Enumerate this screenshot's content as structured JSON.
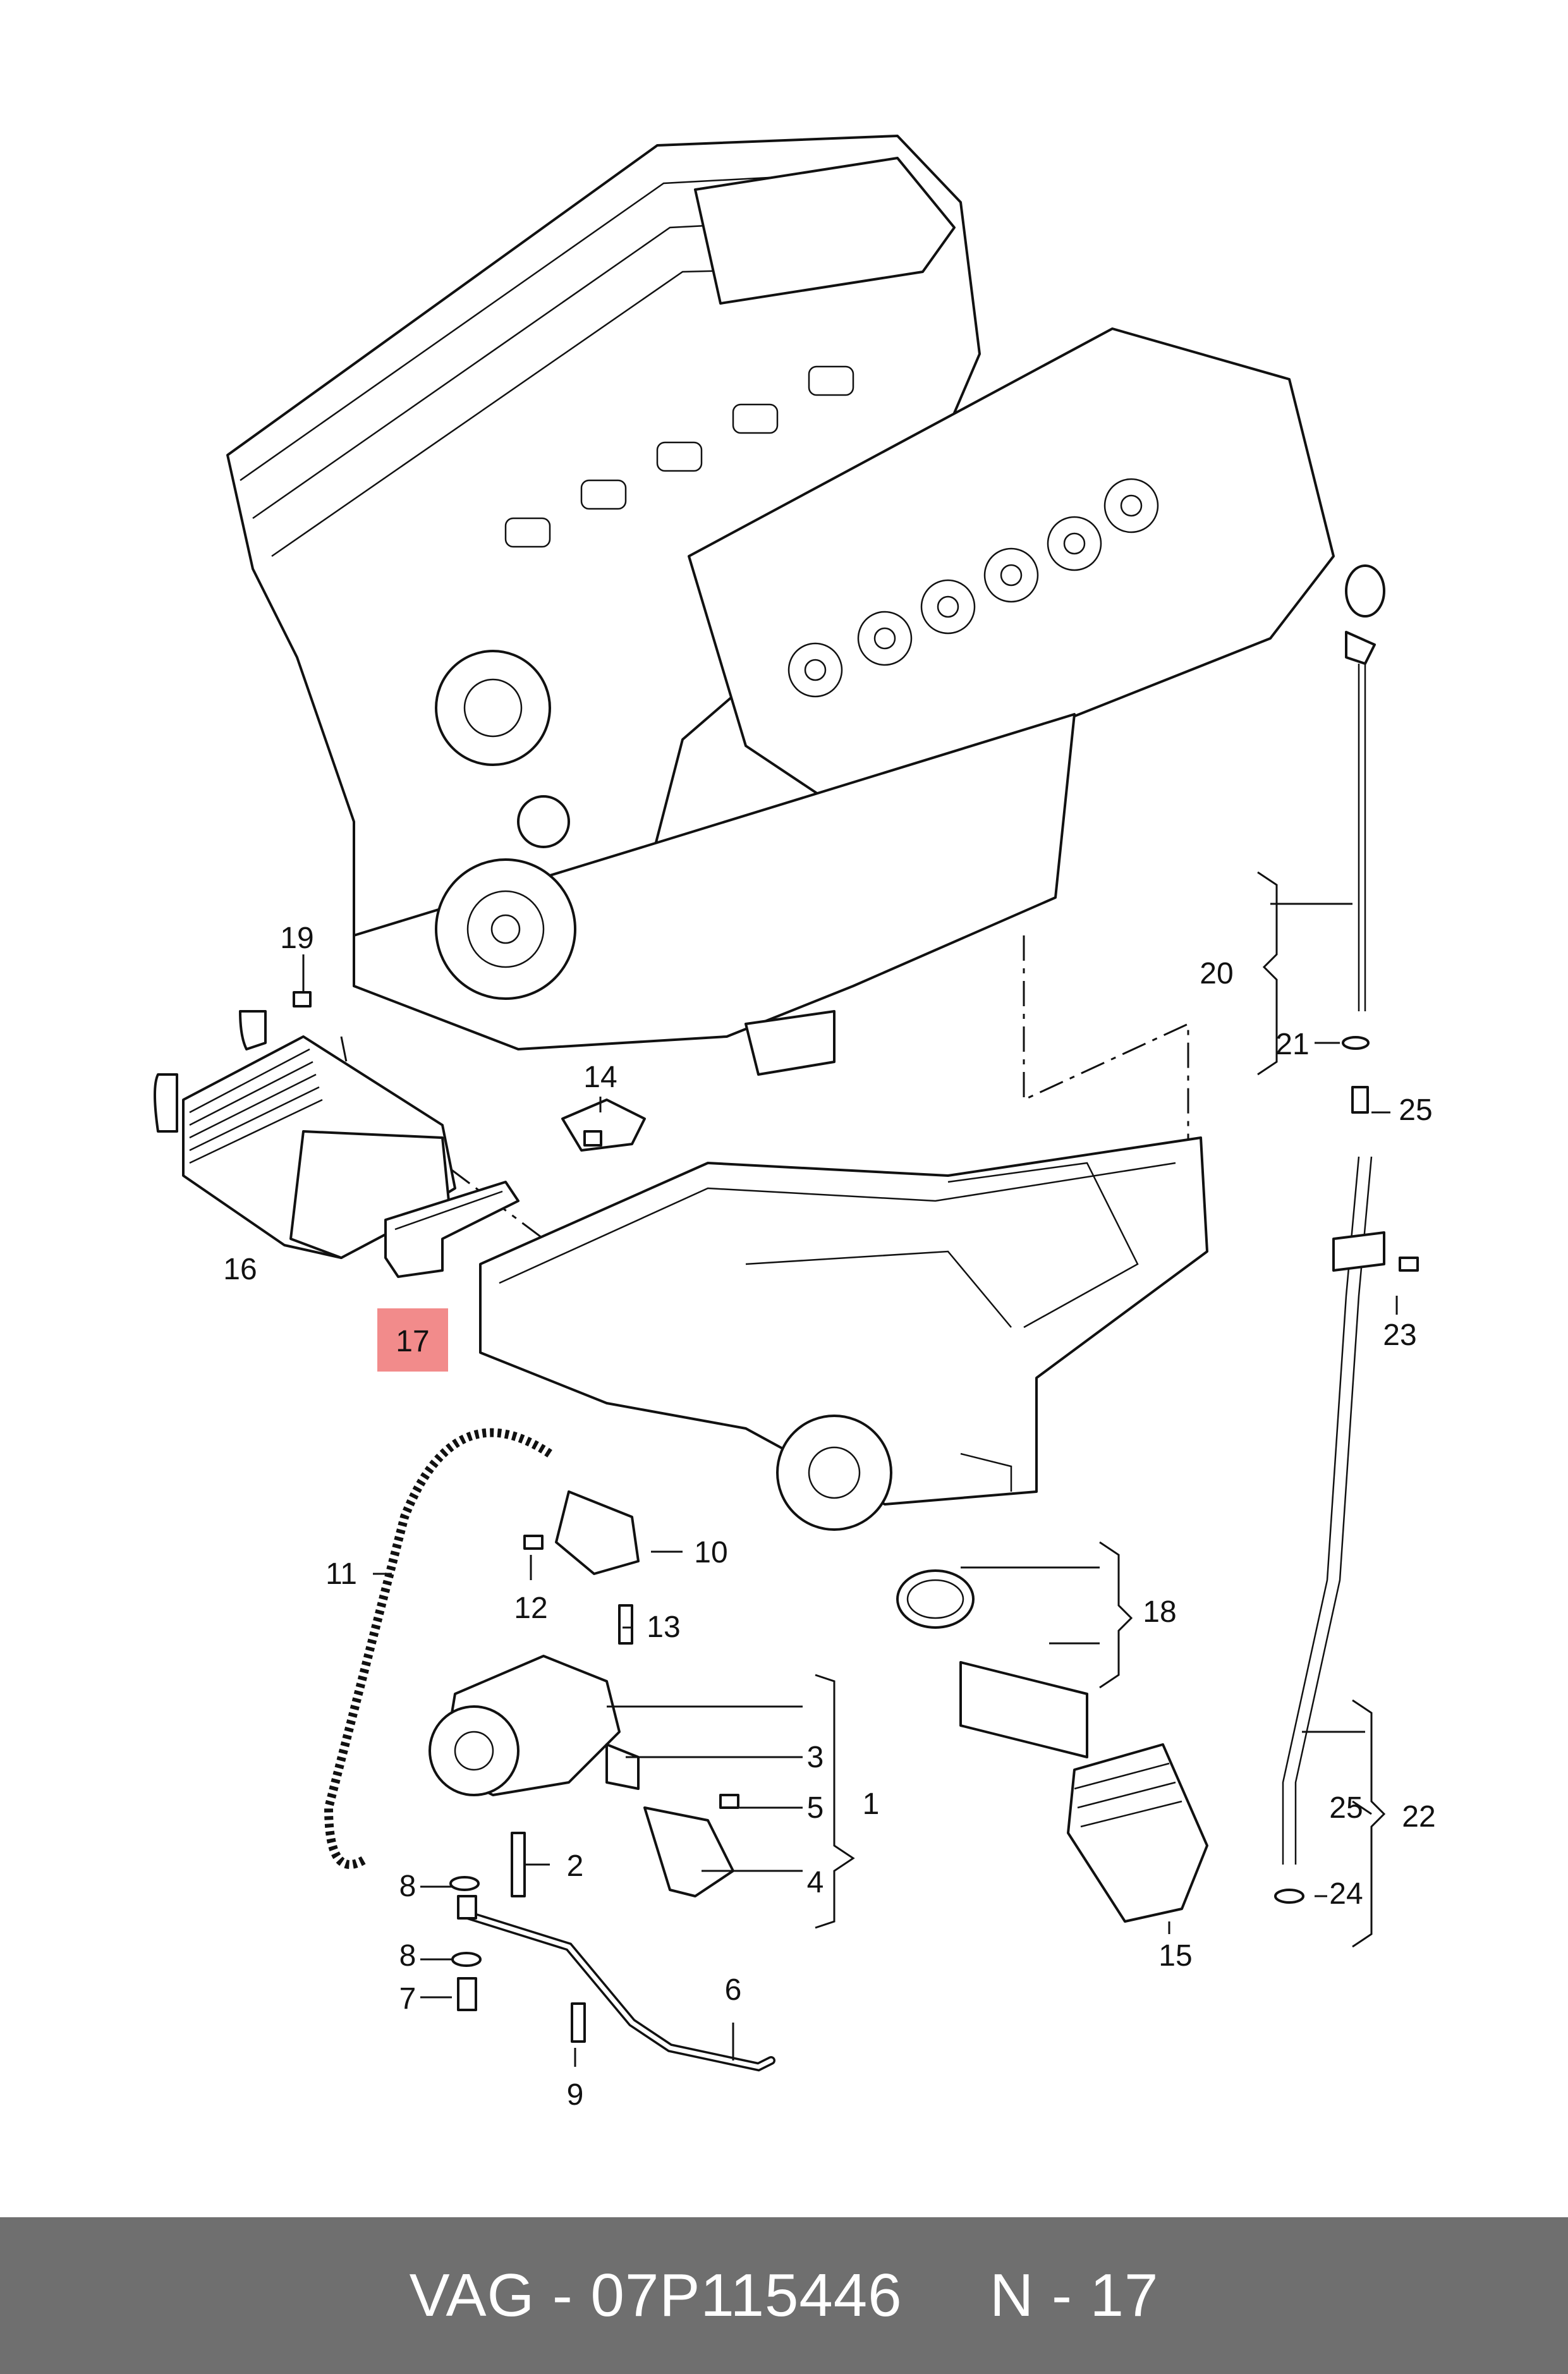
{
  "labels": {
    "n1": "1",
    "n2": "2",
    "n3": "3",
    "n4": "4",
    "n5": "5",
    "n6": "6",
    "n7": "7",
    "n8a": "8",
    "n8b": "8",
    "n9": "9",
    "n10": "10",
    "n11": "11",
    "n12": "12",
    "n13": "13",
    "n14": "14",
    "n15": "15",
    "n16": "16",
    "n17": "17",
    "n18": "18",
    "n19": "19",
    "n20": "20",
    "n21": "21",
    "n22": "22",
    "n23": "23",
    "n24": "24",
    "n25a": "25",
    "n25b": "25"
  },
  "highlight": {
    "part": "17",
    "color": "#f28b8b"
  },
  "footer": {
    "text": "VAG - 07P115446     N - 17",
    "background": "#6f6f6f"
  }
}
